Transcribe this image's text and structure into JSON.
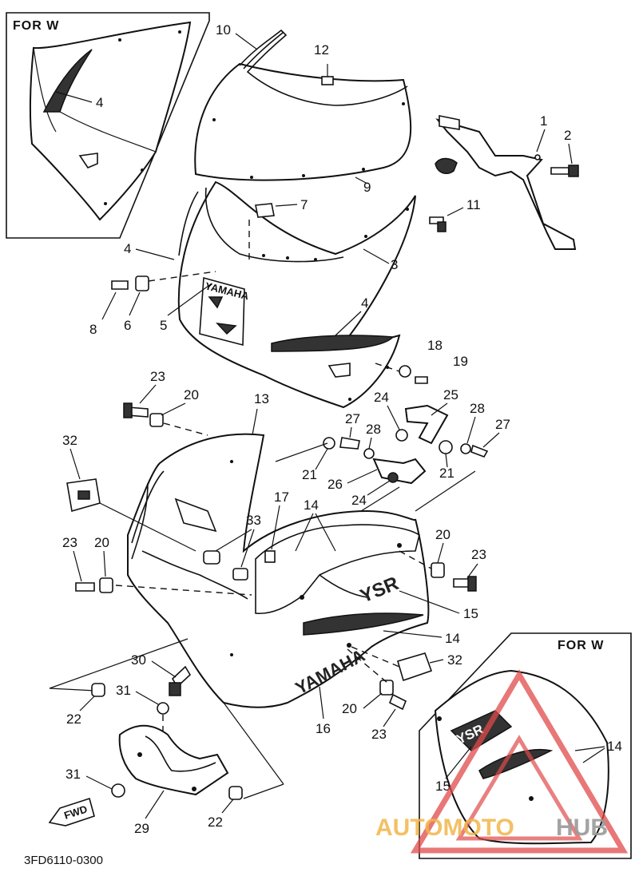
{
  "diagram": {
    "code": "3FD6110-0300",
    "inset_top": {
      "title": "FOR W",
      "callouts": [
        "4"
      ]
    },
    "inset_bottom": {
      "title": "FOR W",
      "callouts": [
        "14",
        "15"
      ]
    },
    "fwd_label": "FWD",
    "brand_text": "YAMAHA",
    "model_text": "YSR",
    "callouts": [
      {
        "id": "1"
      },
      {
        "id": "2"
      },
      {
        "id": "3"
      },
      {
        "id": "4"
      },
      {
        "id": "4"
      },
      {
        "id": "4"
      },
      {
        "id": "5"
      },
      {
        "id": "6"
      },
      {
        "id": "7"
      },
      {
        "id": "8"
      },
      {
        "id": "9"
      },
      {
        "id": "10"
      },
      {
        "id": "11"
      },
      {
        "id": "12"
      },
      {
        "id": "13"
      },
      {
        "id": "14"
      },
      {
        "id": "14"
      },
      {
        "id": "15"
      },
      {
        "id": "16"
      },
      {
        "id": "17"
      },
      {
        "id": "18"
      },
      {
        "id": "19"
      },
      {
        "id": "20"
      },
      {
        "id": "20"
      },
      {
        "id": "20"
      },
      {
        "id": "20"
      },
      {
        "id": "21"
      },
      {
        "id": "21"
      },
      {
        "id": "22"
      },
      {
        "id": "22"
      },
      {
        "id": "23"
      },
      {
        "id": "23"
      },
      {
        "id": "23"
      },
      {
        "id": "23"
      },
      {
        "id": "24"
      },
      {
        "id": "24"
      },
      {
        "id": "25"
      },
      {
        "id": "26"
      },
      {
        "id": "27"
      },
      {
        "id": "27"
      },
      {
        "id": "28"
      },
      {
        "id": "28"
      },
      {
        "id": "29"
      },
      {
        "id": "30"
      },
      {
        "id": "31"
      },
      {
        "id": "31"
      },
      {
        "id": "32"
      },
      {
        "id": "32"
      },
      {
        "id": "33"
      }
    ]
  },
  "watermark": {
    "part1": "AUTOMOTO",
    "part2": "HUB",
    "color_part1": "#f2b64a",
    "color_part2": "#9a9a9a",
    "triangle_color": "#e04a4a"
  }
}
